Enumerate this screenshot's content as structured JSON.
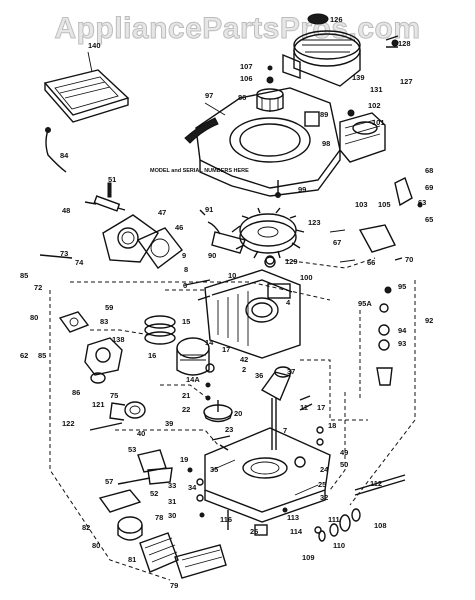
{
  "watermark": "AppliancePartsPros.com",
  "note": "MODEL and SERIAL NUMBERS HERE",
  "labels": {
    "l140": "140",
    "l126": "126",
    "l128": "128",
    "l107": "107",
    "l106": "106",
    "l86": "86",
    "l139": "139",
    "l131": "131",
    "l127": "127",
    "l97": "97",
    "l89": "89",
    "l102": "102",
    "l101": "101",
    "l98": "98",
    "l84": "84",
    "l99": "99",
    "l68": "68",
    "l69": "69",
    "l51": "51",
    "l48": "48",
    "l47": "47",
    "l46": "46",
    "l91": "91",
    "l123": "123",
    "l103": "103",
    "l105": "105",
    "l63": "63",
    "l65": "65",
    "l73": "73",
    "l74": "74",
    "l85": "85",
    "l72": "72",
    "l9": "9",
    "l90": "90",
    "l8": "8",
    "l10": "10",
    "l129": "129",
    "l67": "67",
    "l66": "66",
    "l70": "70",
    "l6": "6",
    "l4": "4",
    "l59": "59",
    "l80": "80",
    "l83": "83",
    "l62": "62",
    "l85b": "85",
    "l138": "138",
    "l15": "15",
    "l16": "16",
    "l14": "14",
    "l14a": "14A",
    "l17": "17",
    "l2": "2",
    "l36": "36",
    "l37": "37",
    "l42": "42",
    "l95": "95",
    "l95a": "95A",
    "l92": "92",
    "l94": "94",
    "l93": "93",
    "l86b": "86",
    "l75": "75",
    "l121": "121",
    "l122": "122",
    "l40": "40",
    "l39": "39",
    "l21": "21",
    "l22": "22",
    "l20": "20",
    "l11": "11",
    "l17b": "17",
    "l18": "18",
    "l7": "7",
    "l23": "23",
    "l49": "49",
    "l50": "50",
    "l24": "24",
    "l35": "35",
    "l19": "19",
    "l53": "53",
    "l34": "34",
    "l33": "33",
    "l57": "57",
    "l52": "52",
    "l31": "31",
    "l30": "30",
    "l116": "116",
    "l25": "25",
    "l32": "32",
    "l112": "112",
    "l26": "26",
    "l82": "82",
    "l78": "78",
    "l113": "113",
    "l114": "114",
    "l111": "111",
    "l108": "108",
    "l110": "110",
    "l109": "109",
    "l81": "81",
    "l80b": "80",
    "l79": "79",
    "l100": "100"
  }
}
